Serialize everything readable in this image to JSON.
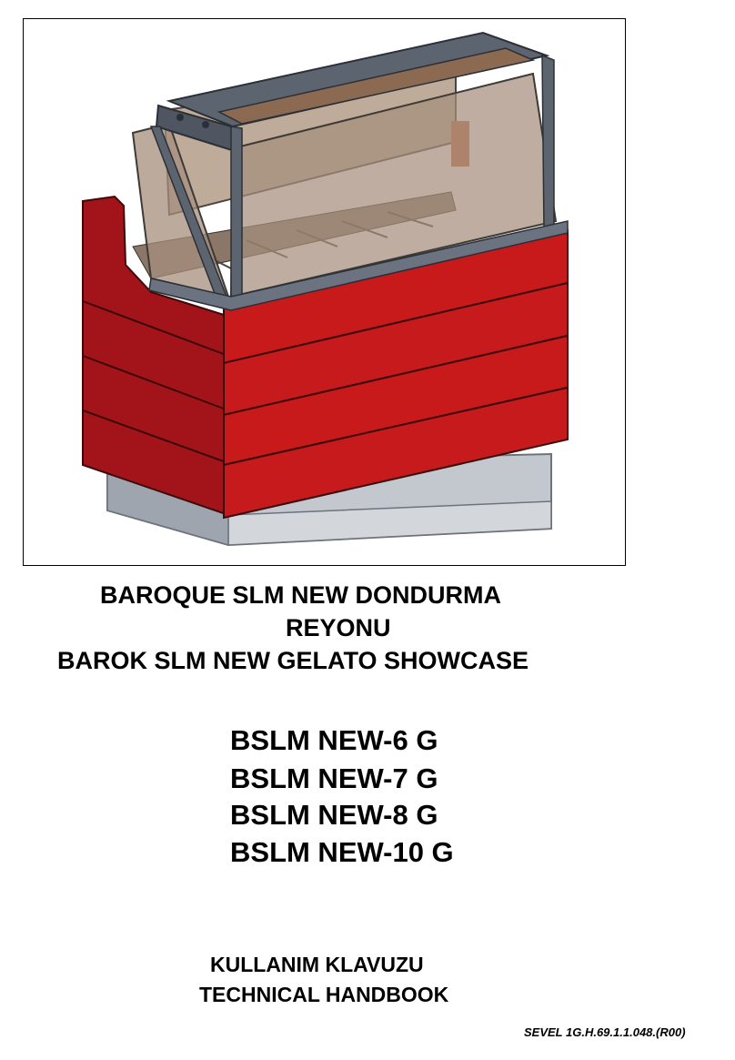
{
  "document": {
    "title_lines": [
      "BAROQUE SLM NEW DONDURMA",
      "REYONU",
      "BAROK SLM NEW GELATO SHOWCASE"
    ],
    "models": [
      "BSLM NEW-6 G",
      "BSLM NEW-7 G",
      "BSLM NEW-8 G",
      "BSLM NEW-10 G"
    ],
    "handbook_lines": [
      "KULLANIM KLAVUZU",
      "TECHNICAL HANDBOOK"
    ],
    "document_code": "SEVEL 1G.H.69.1.1.048.(R00)"
  },
  "colors": {
    "cabinet_red": "#c8191b",
    "frame_grey": "#5c6470",
    "glass_tint": "#a58e7c",
    "base_grey": "#b9bec6"
  }
}
